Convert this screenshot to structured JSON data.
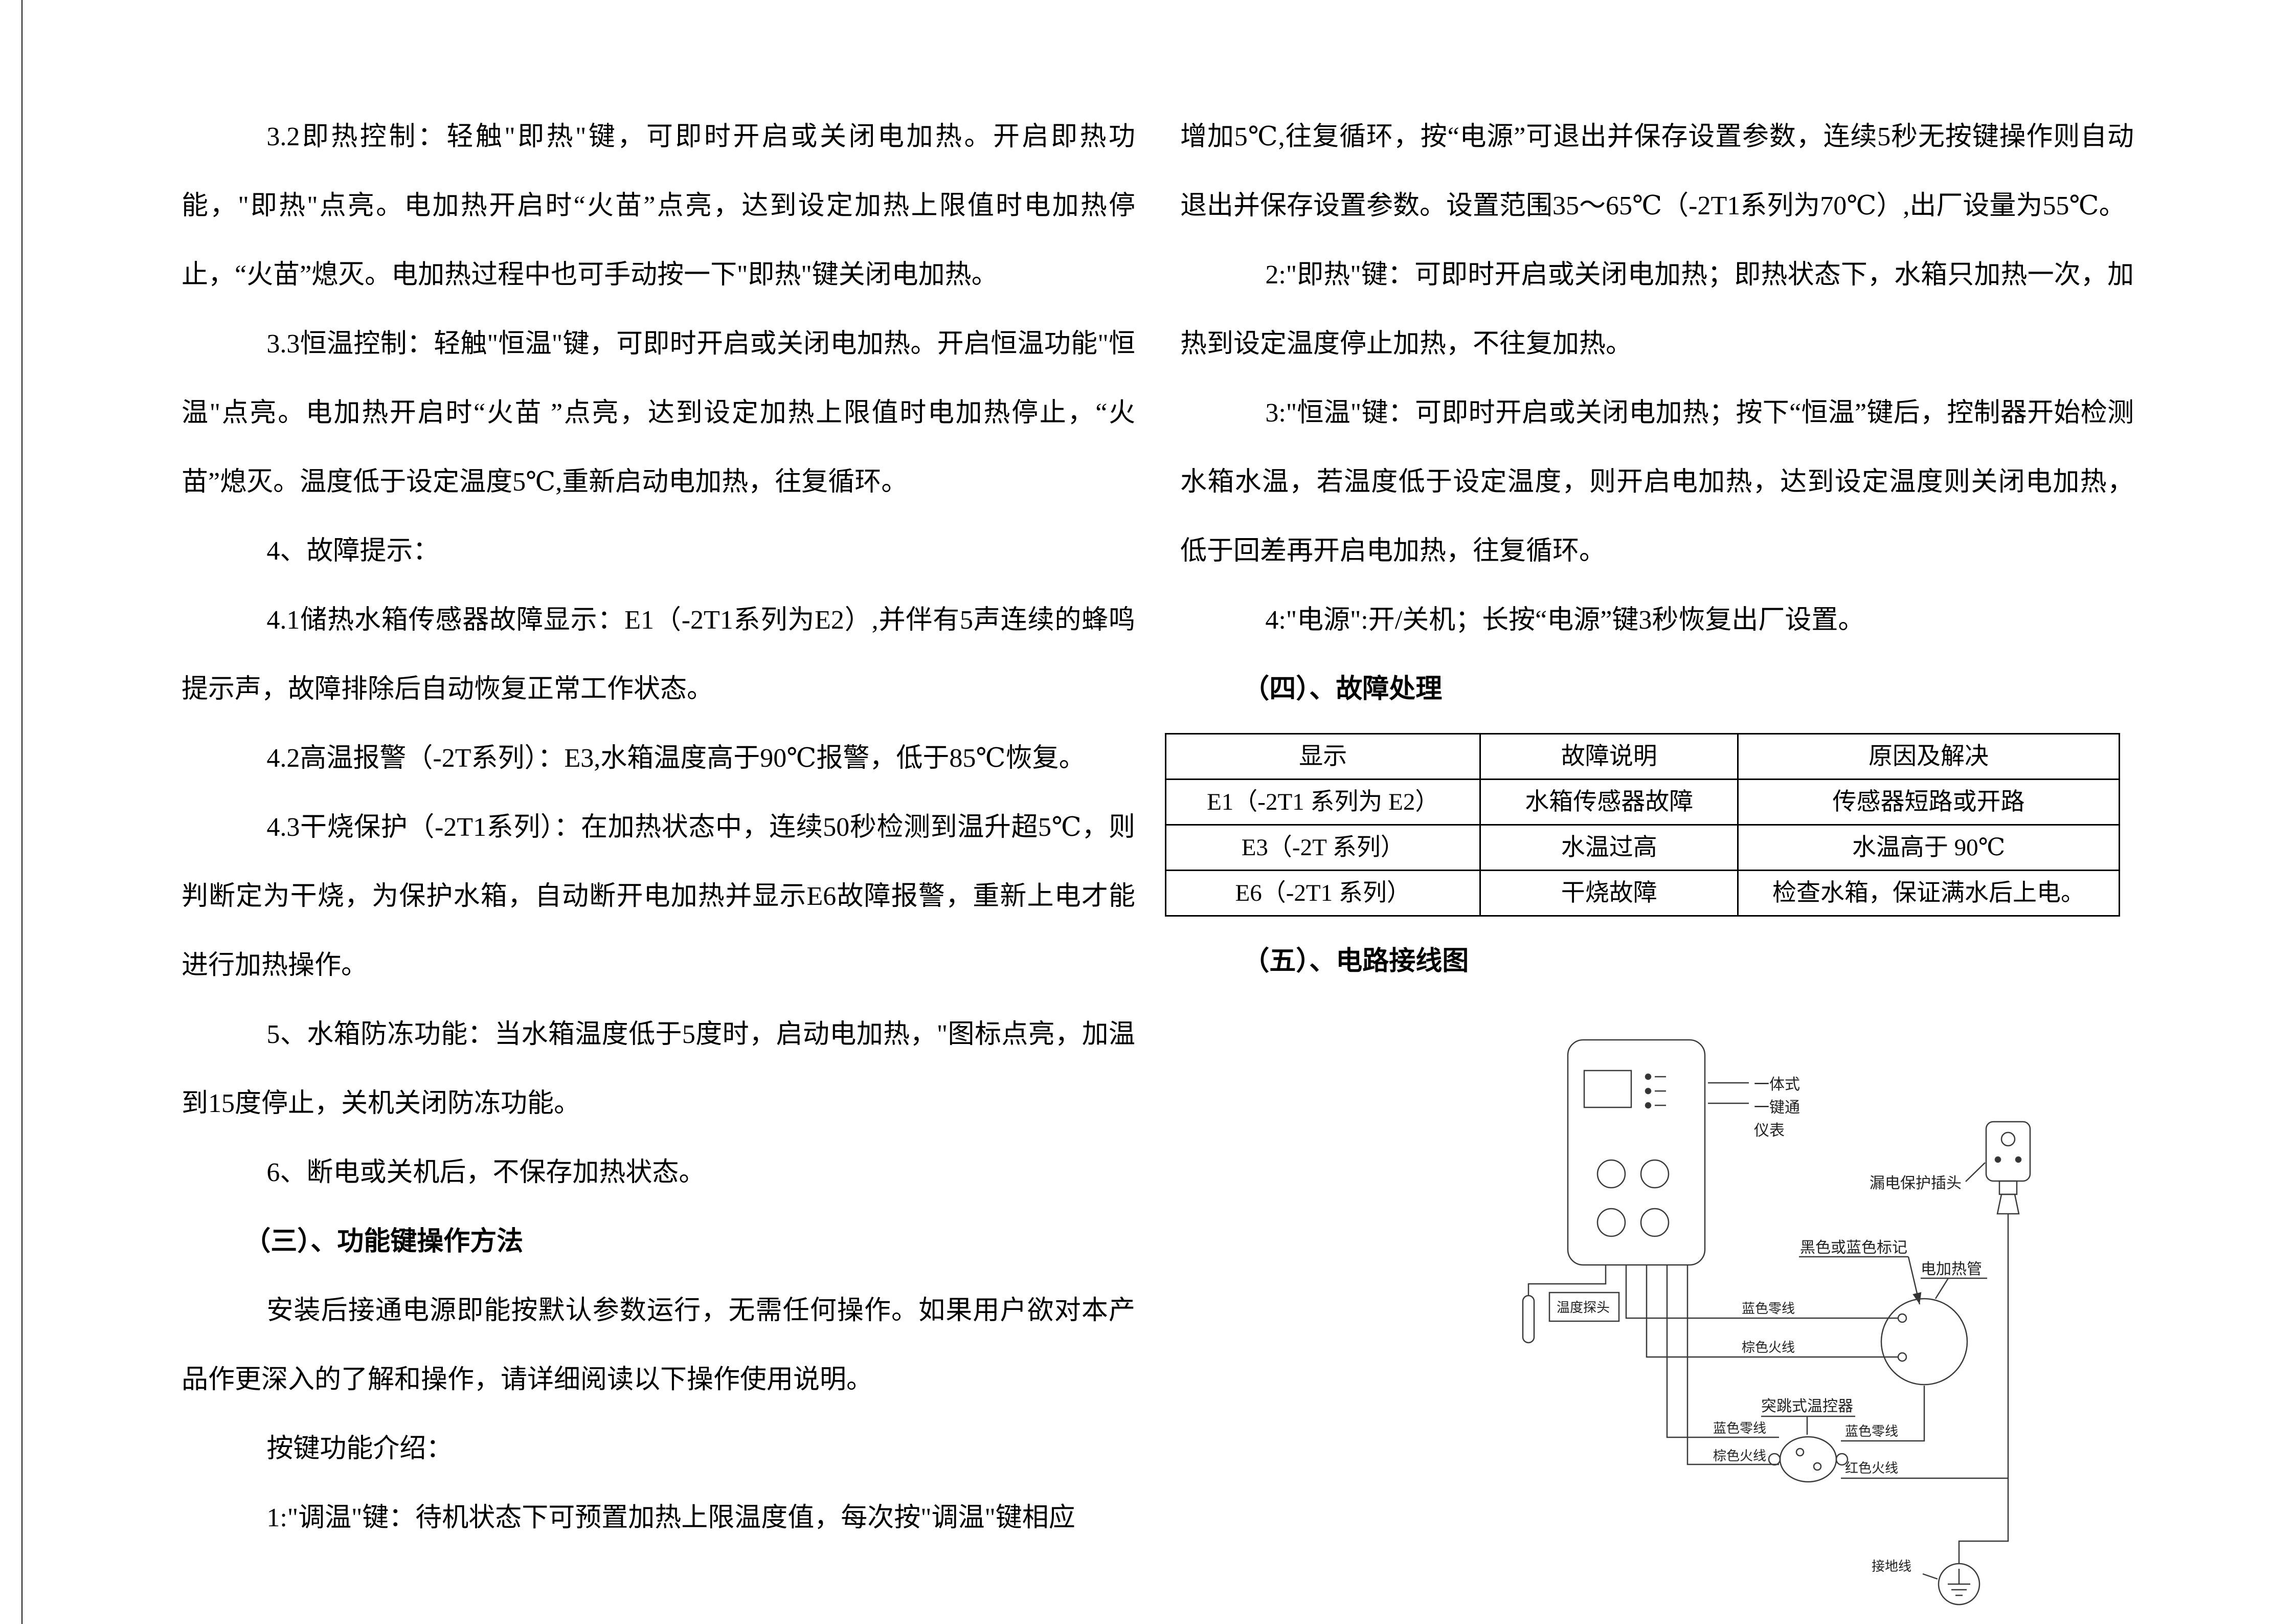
{
  "left": {
    "paragraphs": [
      "3.2即热控制：轻触\"即热\"键，可即时开启或关闭电加热。开启即热功能，\"即热\"点亮。电加热开启时“火苗”点亮，达到设定加热上限值时电加热停止，“火苗”熄灭。电加热过程中也可手动按一下\"即热\"键关闭电加热。",
      "3.3恒温控制：轻触\"恒温\"键，可即时开启或关闭电加热。开启恒温功能\"恒温\"点亮。电加热开启时“火苗 ”点亮，达到设定加热上限值时电加热停止，“火苗”熄灭。温度低于设定温度5℃,重新启动电加热，往复循环。",
      "4、故障提示：",
      "4.1储热水箱传感器故障显示：E1（-2T1系列为E2）,并伴有5声连续的蜂鸣提示声，故障排除后自动恢复正常工作状态。",
      "4.2高温报警（-2T系列）：E3,水箱温度高于90℃报警，低于85℃恢复。",
      "4.3干烧保护（-2T1系列）：在加热状态中，连续50秒检测到温升超5℃，则判断定为干烧，为保护水箱，自动断开电加热并显示E6故障报警，重新上电才能进行加热操作。",
      "5、水箱防冻功能：当水箱温度低于5度时，启动电加热，\"图标点亮，加温到15度停止，关机关闭防冻功能。",
      "6、断电或关机后，不保存加热状态。"
    ],
    "section3_title": "（三）、功能键操作方法",
    "paragraphs2": [
      "安装后接通电源即能按默认参数运行，无需任何操作。如果用户欲对本产品作更深入的了解和操作，请详细阅读以下操作使用说明。",
      "按键功能介绍：",
      "1:\"调温\"键：待机状态下可预置加热上限温度值，每次按\"调温\"键相应"
    ]
  },
  "right": {
    "paragraphs": [
      "增加5℃,往复循环，按“电源”可退出并保存设置参数，连续5秒无按键操作则自动退出并保存设置参数。设置范围35～65℃（-2T1系列为70℃）,出厂设量为55℃。",
      "2:\"即热\"键：可即时开启或关闭电加热；即热状态下，水箱只加热一次，加热到设定温度停止加热，不往复加热。",
      "3:\"恒温\"键：可即时开启或关闭电加热；按下“恒温”键后，控制器开始检测水箱水温，若温度低于设定温度，则开启电加热，达到设定温度则关闭电加热，低于回差再开启电加热，往复循环。",
      "4:\"电源\":开/关机；长按“电源”键3秒恢复出厂设置。"
    ],
    "section4_title": "（四）、故障处理",
    "table": {
      "headers": [
        "显示",
        "故障说明",
        "原因及解决"
      ],
      "rows": [
        [
          "E1（-2T1 系列为 E2）",
          "水箱传感器故障",
          "传感器短路或开路"
        ],
        [
          "E3（-2T 系列）",
          "水温过高",
          "水温高于 90℃"
        ],
        [
          "E6（-2T1 系列）",
          "干烧故障",
          "检查水箱，保证满水后上电。"
        ]
      ]
    },
    "section5_title": "（五）、电路接线图"
  },
  "diagram": {
    "meter_line1": "一体式",
    "meter_line2": "一键通",
    "meter_line3": "仪表",
    "plug_label": "漏电保护插头",
    "mark_label": "黑色或蓝色标记",
    "heater_label": "电加热管",
    "probe_label": "温度探头",
    "blue_wire": "蓝色零线",
    "brown_wire": "棕色火线",
    "thermostat_label": "突跳式温控器",
    "red_wire": "红色火线",
    "ground_label": "接地线"
  }
}
